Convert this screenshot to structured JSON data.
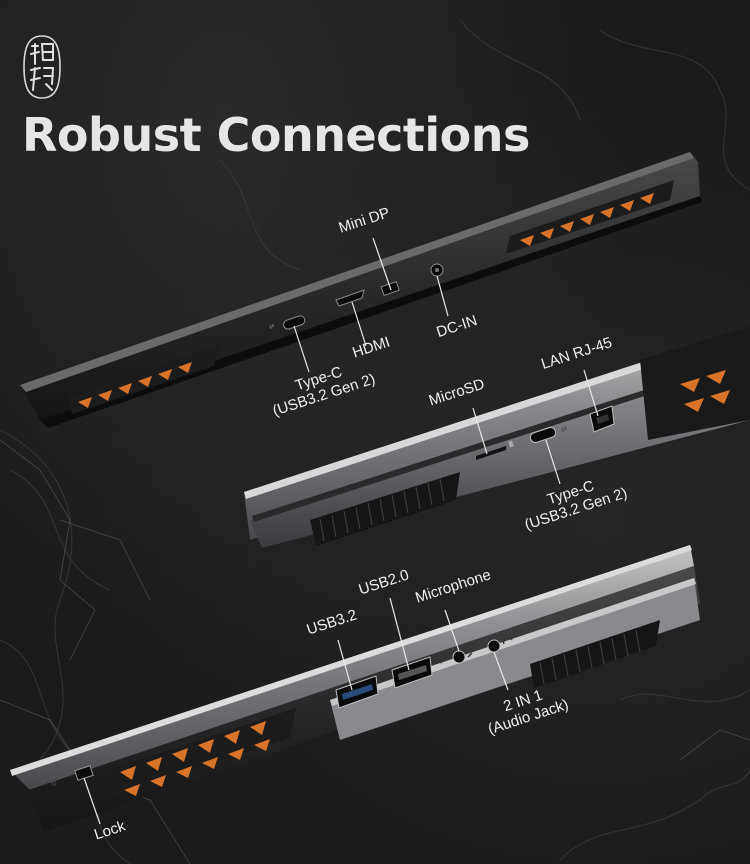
{
  "title": "Robust Connections",
  "colors": {
    "background": "#1b1b1b",
    "accent_vent": "#d8742a",
    "body_dark": "#2a2a2c",
    "body_silver": "#8c8c90",
    "text": "#f0f0f0"
  },
  "icons": [
    "brand-seal-icon",
    "usb-symbol-icon",
    "microphone-icon",
    "headset-icon",
    "lock-slot-icon",
    "lan-icon"
  ],
  "ports": {
    "mini_dp": "Mini DP",
    "hdmi": "HDMI",
    "dc_in": "DC-IN",
    "type_c_rear": {
      "line1": "Type-C",
      "line2": "(USB3.2 Gen 2)"
    },
    "lan": "LAN RJ-45",
    "microsd": "MicroSD",
    "type_c_right": {
      "line1": "Type-C",
      "line2": "(USB3.2 Gen 2)"
    },
    "usb32": "USB3.2",
    "usb20": "USB2.0",
    "microphone": "Microphone",
    "audio_jack": {
      "line1": "2 IN 1",
      "line2": "(Audio Jack)"
    },
    "lock": "Lock"
  }
}
